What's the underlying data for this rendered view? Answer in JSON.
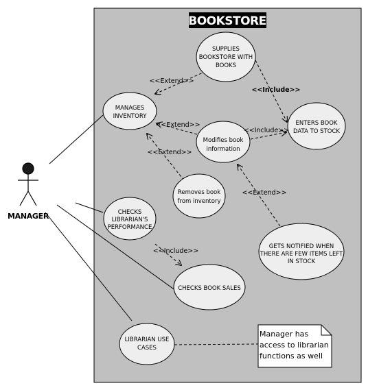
{
  "system": {
    "title": "BOOKSTORE"
  },
  "actor": {
    "name": "MANAGER"
  },
  "use_cases": {
    "supplies": [
      "SUPPLIES",
      "BOOKSTORE WITH",
      "BOOKS"
    ],
    "manages_inventory": [
      "MANAGES",
      "INVENTORY"
    ],
    "enters_book_data": [
      "ENTERS BOOK",
      "DATA TO STOCK"
    ],
    "modifies_book_info": [
      "Modifies book",
      "information"
    ],
    "removes_book": [
      "Removes book",
      "from inventory"
    ],
    "checks_librarian_performance": [
      "CHECKS",
      "LIBRARIAN'S",
      "PERFORMANCE"
    ],
    "gets_notified": [
      "GETS NOTIFIED  WHEN",
      "THERE ARE FEW ITEMS LEFT",
      "IN STOCK"
    ],
    "checks_book_sales": [
      "CHECKS BOOK SALES"
    ],
    "librarian_use_cases": [
      "LIBRARIAN USE",
      "CASES"
    ]
  },
  "relations": {
    "extend_supplies": "<<Extend>>",
    "include_supplies": "<<Include>>",
    "extend_modifies": "<<Extend>>",
    "include_modifies": "<<Include>>",
    "extend_removes": "<<Extend>>",
    "extend_notified": "<<Extend>>",
    "include_sales": "<<Include>>"
  },
  "note": {
    "lines": [
      "Manager has",
      "access to librarian",
      "functions as well"
    ]
  }
}
